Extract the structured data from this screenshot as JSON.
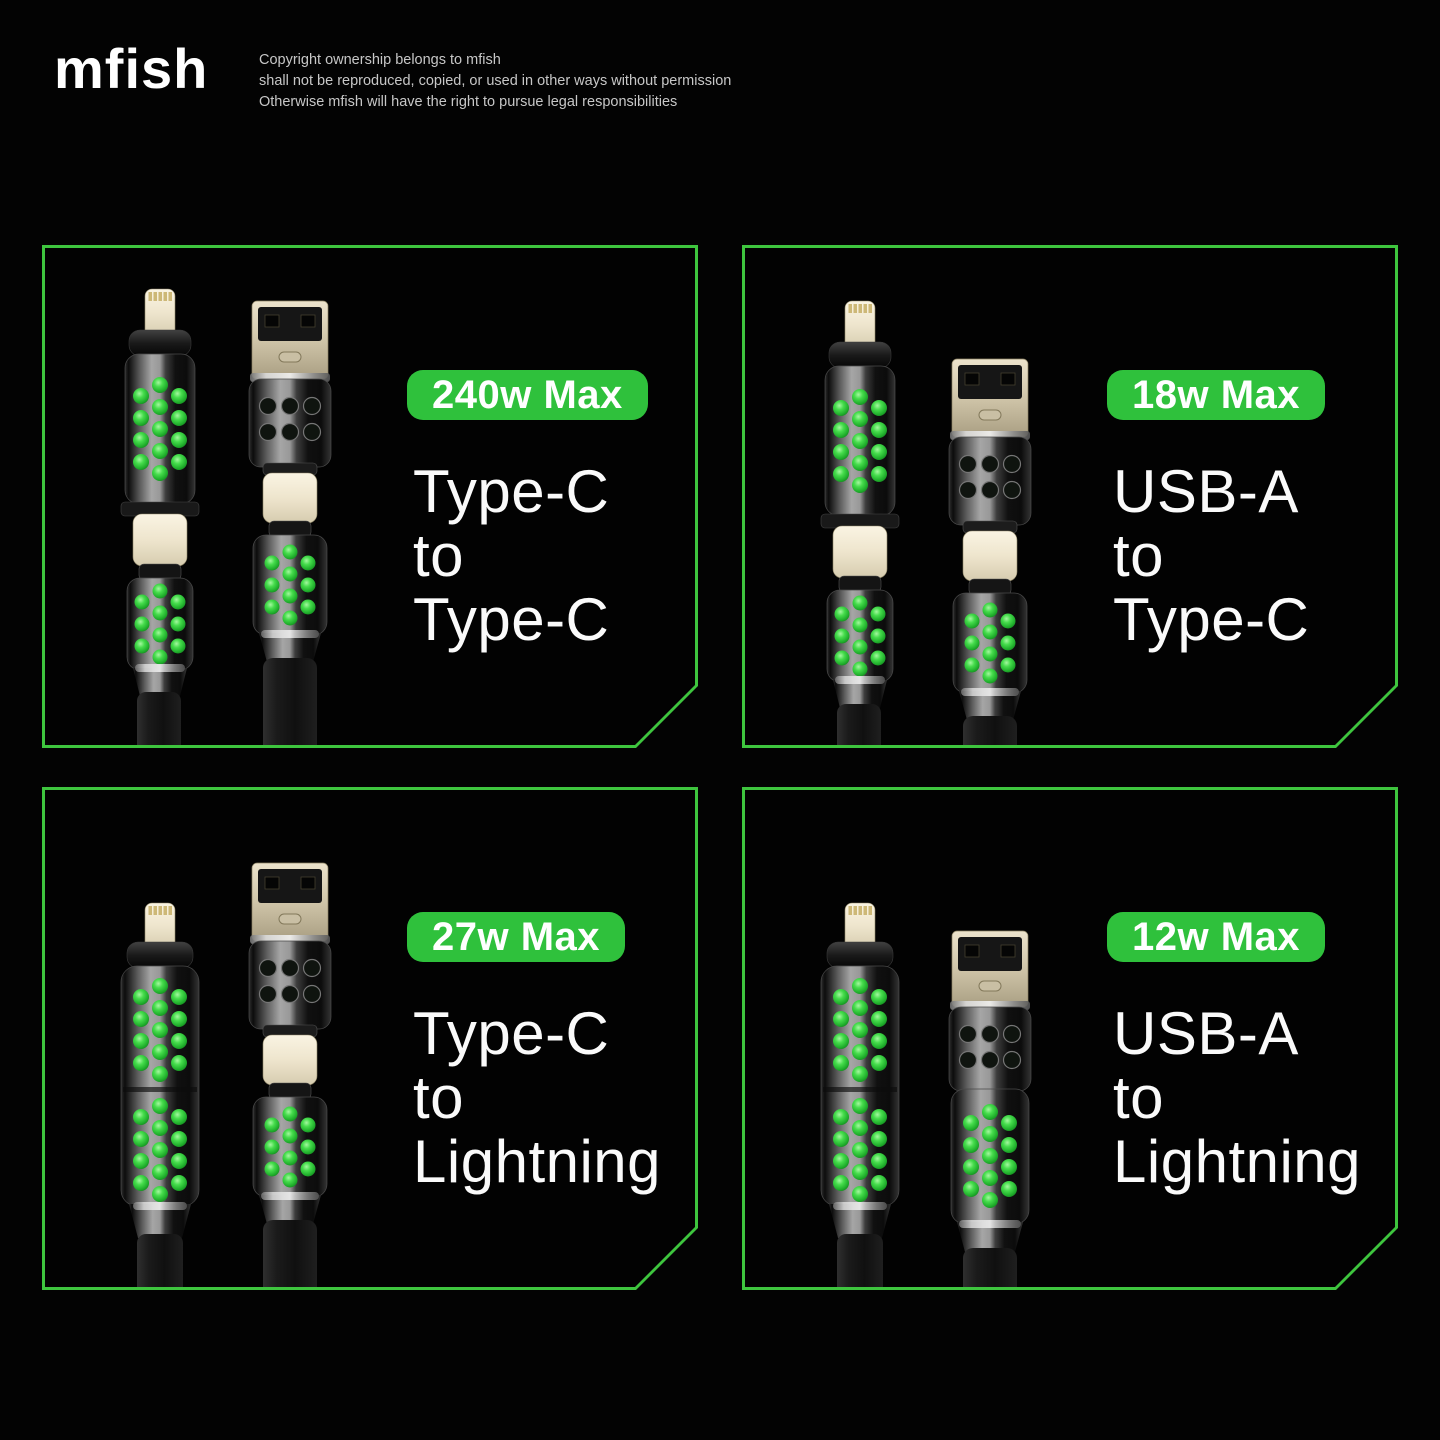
{
  "header": {
    "logo": "mfish",
    "copyright_lines": [
      "Copyright ownership belongs to mfish",
      "shall not be reproduced, copied, or used in other ways without permission",
      "Otherwise mfish will have the right to pursue legal responsibilities"
    ]
  },
  "colors": {
    "background": "#030303",
    "panel_border_green": "#3ec53e",
    "badge_green": "#2fc13c",
    "led_dot_green": "#46dc4c",
    "heading_text": "#fafafa",
    "lightning_tip_cream": "#eee5cd",
    "usb_plug_champagne": "#d3c9ad"
  },
  "panels": [
    {
      "badge": "240w Max",
      "lines": [
        "Type-C",
        "to",
        "Type-C"
      ]
    },
    {
      "badge": "18w Max",
      "lines": [
        "USB-A",
        "to",
        "Type-C"
      ]
    },
    {
      "badge": "27w Max",
      "lines": [
        "Type-C",
        "to",
        "Lightning"
      ]
    },
    {
      "badge": "12w Max",
      "lines": [
        "USB-A",
        "to",
        "Lightning"
      ]
    }
  ]
}
